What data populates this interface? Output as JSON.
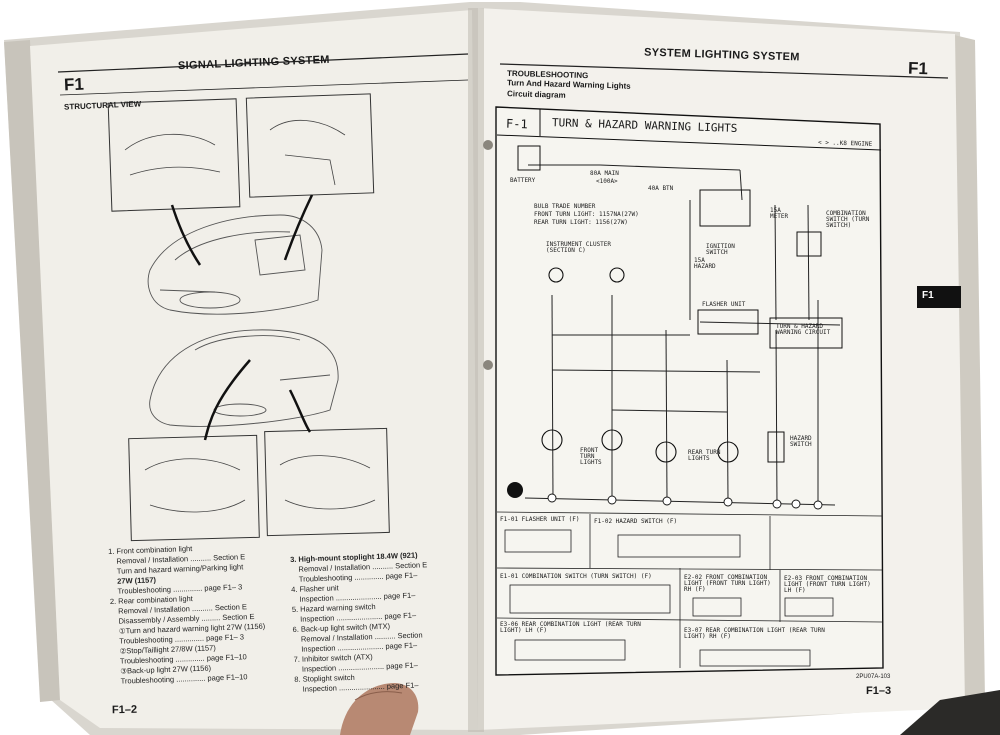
{
  "left_page": {
    "header": "SIGNAL LIGHTING SYSTEM",
    "section_tab": "F1",
    "view_title": "STRUCTURAL VIEW",
    "page_number": "F1–2",
    "legend_left": [
      "1. Front combination light",
      "Removal / Installation .......... Section E",
      "Turn and hazard warning/Parking light",
      "27W (1157)",
      "Troubleshooting .............. page F1– 3",
      "2. Rear combination light",
      "Removal / Installation .......... Section E",
      "Disassembly / Assembly ......... Section E",
      "①Turn and hazard warning light 27W (1156)",
      "Troubleshooting .............. page F1– 3",
      "②Stop/Taillight 27/8W (1157)",
      "Troubleshooting .............. page F1–10",
      "③Back-up light 27W (1156)",
      "Troubleshooting .............. page F1–10"
    ],
    "legend_right": [
      "3. High-mount stoplight 18.4W (921)",
      "Removal / Installation .......... Section E",
      "Troubleshooting .............. page F1–",
      "4. Flasher unit",
      "Inspection ...................... page F1–",
      "5. Hazard warning switch",
      "Inspection ...................... page F1–",
      "6. Back-up light switch (MTX)",
      "Removal / Installation .......... Section",
      "Inspection ...................... page F1–",
      "7. Inhibitor switch (ATX)",
      "Inspection ...................... page F1–",
      "8. Stoplight switch",
      "Inspection ...................... page F1–"
    ]
  },
  "right_page": {
    "header": "SYSTEM LIGHTING SYSTEM",
    "section_tab": "F1",
    "troubleshooting": "TROUBLESHOOTING",
    "subtitle": "Turn And Hazard Warning Lights",
    "subtitle2": "Circuit diagram",
    "diagram_id": "F-1",
    "diagram_title": "TURN & HAZARD WARNING LIGHTS",
    "diagram_note": "< > ..K8 ENGINE",
    "side_tab": "F1",
    "page_number": "F1–3",
    "footer_code": "2PU07A-103",
    "labels": {
      "battery": "BATTERY",
      "main_fuse": "80A MAIN",
      "main_fuse2": "<100A>",
      "btn": "40A BTN",
      "ignition": "IGNITION SWITCH",
      "hazard_fuse": "15A HAZARD",
      "meter_fuse": "15A METER",
      "combo_switch": "COMBINATION SWITCH (TURN SWITCH)",
      "bulb_trade": "BULB TRADE NUMBER",
      "front_turn": "FRONT TURN LIGHT: 1157NA(27W)",
      "rear_turn": "REAR TURN LIGHT: 1156(27W)",
      "cluster": "INSTRUMENT CLUSTER (SECTION C)",
      "flasher": "FLASHER UNIT",
      "warning_circuit": "TURN & HAZARD WARNING CIRCUIT",
      "front_lights": "FRONT TURN LIGHTS",
      "rear_lights": "REAR TURN LIGHTS",
      "hazard_switch": "HAZARD SWITCH",
      "conn_f101": "F1-01 FLASHER UNIT (F)",
      "conn_f102": "F1-02 HAZARD SWITCH (F)",
      "conn_e101": "E1-01 COMBINATION SWITCH (TURN SWITCH) (F)",
      "conn_e202": "E2-02 FRONT COMBINATION LIGHT (FRONT TURN LIGHT) RH (F)",
      "conn_e203": "E2-03 FRONT COMBINATION LIGHT (FRONT TURN LIGHT) LH (F)",
      "conn_e306": "E3-06 REAR COMBINATION LIGHT (REAR TURN LIGHT) LH (F)",
      "conn_e307": "E3-07 REAR COMBINATION LIGHT (REAR TURN LIGHT) RH (F)"
    }
  }
}
